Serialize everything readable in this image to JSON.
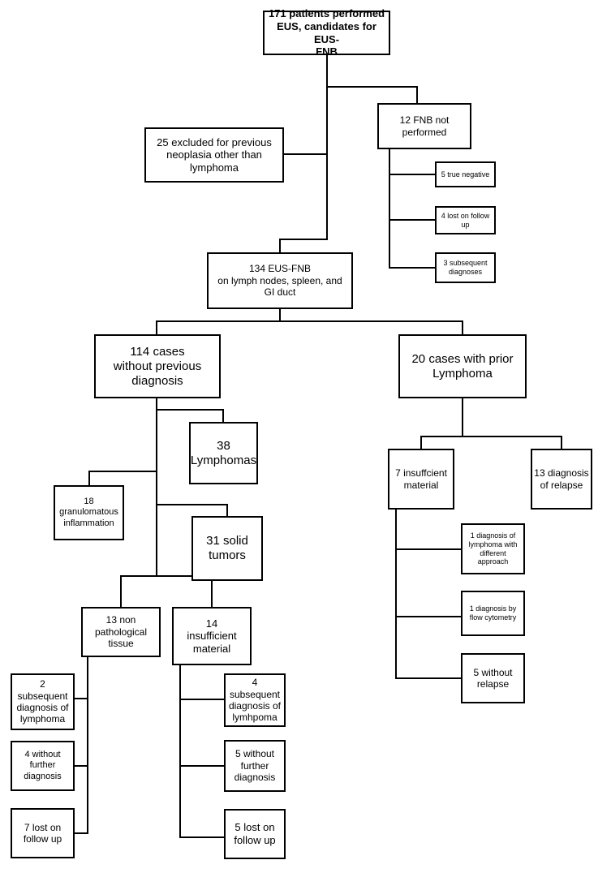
{
  "nodes": {
    "root": "171 patients performed\nEUS, candidates for EUS-\nFNB",
    "excluded": "25 excluded for previous\nneoplasia other than\nlymphoma",
    "fnb_not_performed": "12 FNB not\nperformed",
    "true_negative": "5 true negative",
    "lost_follow_up_4": "4 lost on follow\nup",
    "subsequent_diagnoses_3": "3 subsequent\ndiagnoses",
    "eus_fnb_134": "134 EUS-FNB\non lymph nodes, spleen, and\nGI duct",
    "cases_114": "114 cases\nwithout previous\ndiagnosis",
    "cases_20": "20 cases with prior\nLymphoma",
    "lymphomas_38": "38\nLymphomas",
    "granulomatous_18": "18\ngranulomatous\ninflammation",
    "solid_tumors_31": "31 solid\ntumors",
    "non_pathological_13": "13 non\npathological\ntissue",
    "insufficient_14": "14\ninsufficient\nmaterial",
    "subsequent_lymphoma_2": "2\nsubsequent\ndiagnosis of\nlymphoma",
    "without_further_4": "4 without\nfurther\ndiagnosis",
    "lost_follow_up_7": "7 lost on\nfollow up",
    "subsequent_lymhpoma_4": "4\nsubsequent\ndiagnosis of\nlymhpoma",
    "without_further_5": "5 without\nfurther\ndiagnosis",
    "lost_follow_up_5": "5 lost on\nfollow up",
    "insuffcient_7": "7 insuffcient\nmaterial",
    "relapse_13": "13 diagnosis\nof relapse",
    "lymphoma_different_1": "1 diagnosis of\nlymphoma with\ndifferent\napproach",
    "flow_cytometry_1": "1 diagnosis by\nflow cytometry",
    "without_relapse_5": "5 without\nrelapse"
  }
}
